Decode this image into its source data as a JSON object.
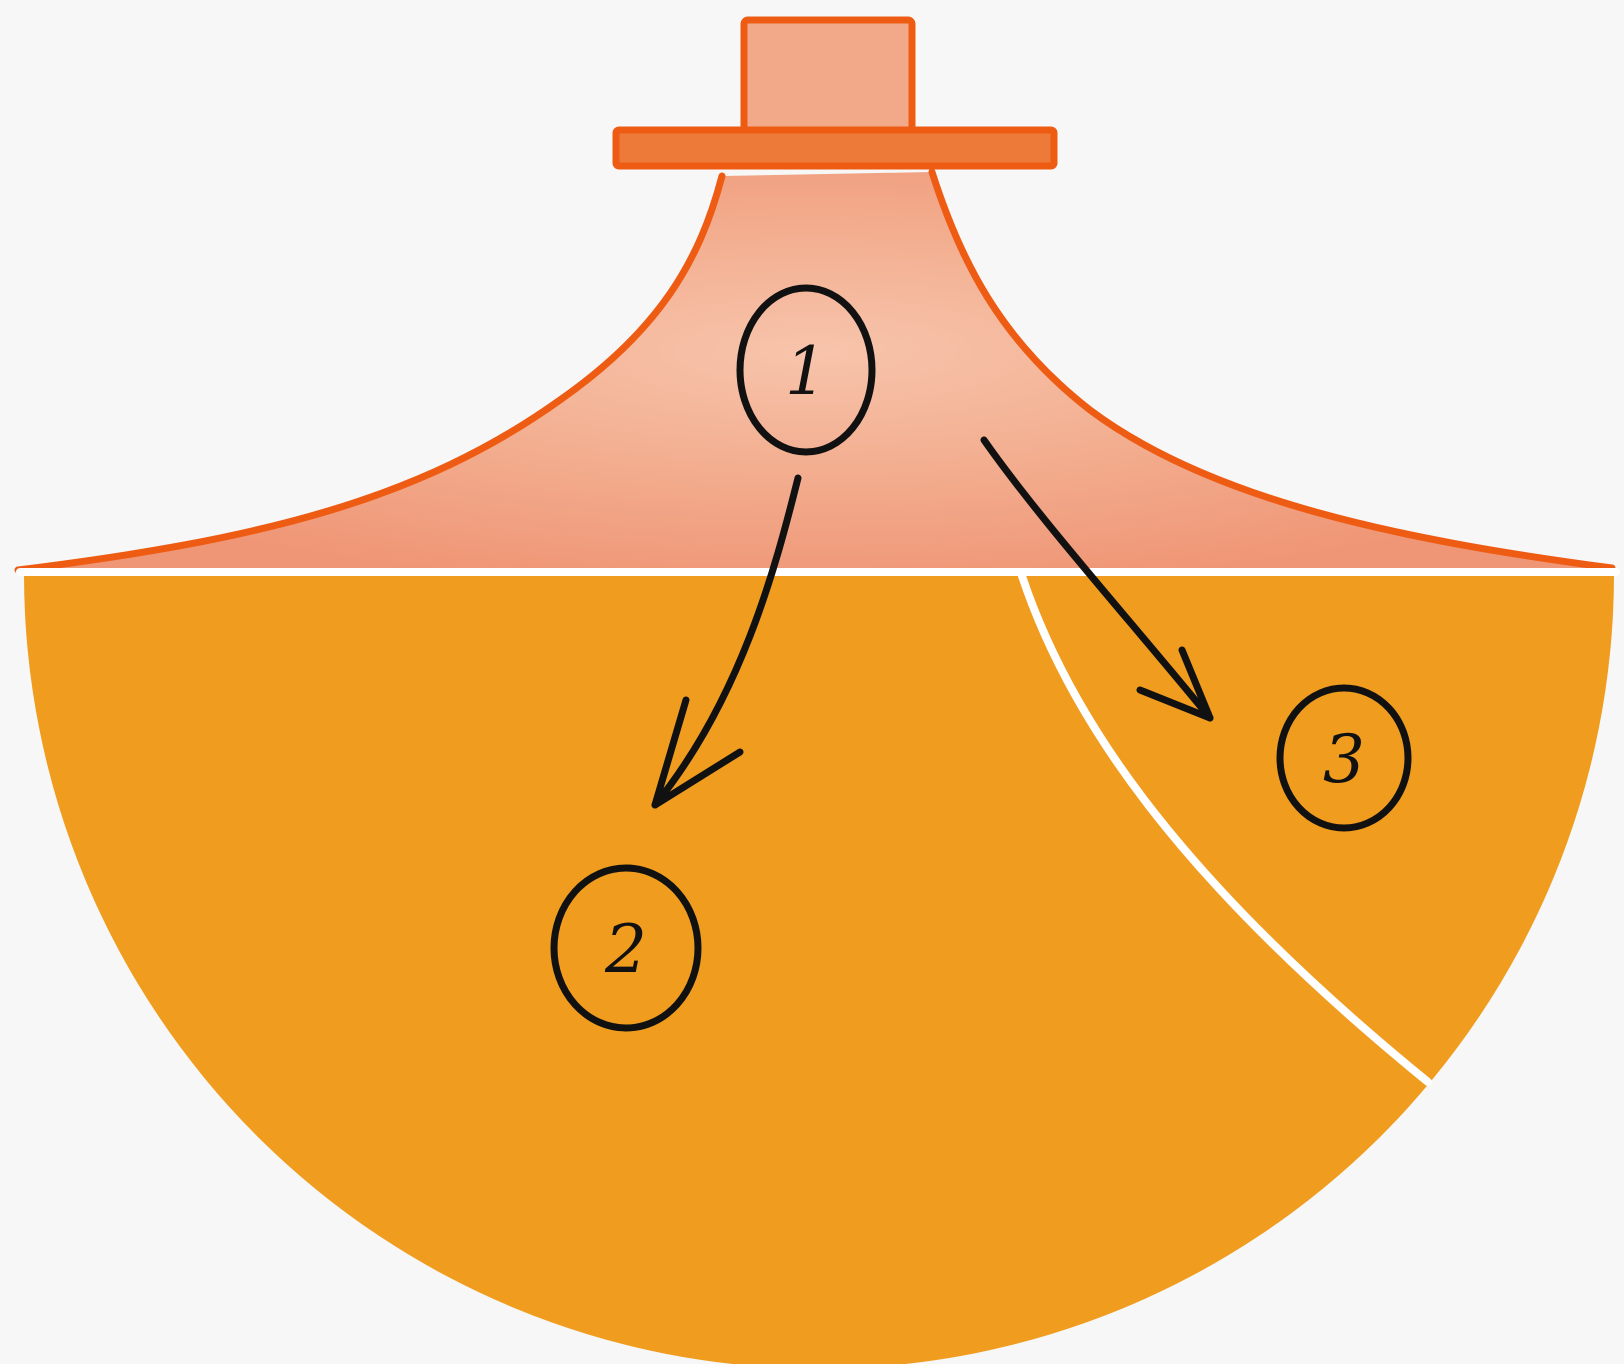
{
  "diagram": {
    "colors": {
      "background": "#f7f7f7",
      "upper_fill": "#f2a98a",
      "upper_outline": "#ee5c14",
      "lower_fill": "#f09c1e",
      "divider": "#ffffff",
      "ink": "#111111"
    },
    "markers": [
      {
        "id": "1",
        "label": "1"
      },
      {
        "id": "2",
        "label": "2"
      },
      {
        "id": "3",
        "label": "3"
      }
    ],
    "arrows": [
      {
        "from": "1",
        "to": "2"
      },
      {
        "from": "1",
        "to": "3"
      }
    ]
  }
}
